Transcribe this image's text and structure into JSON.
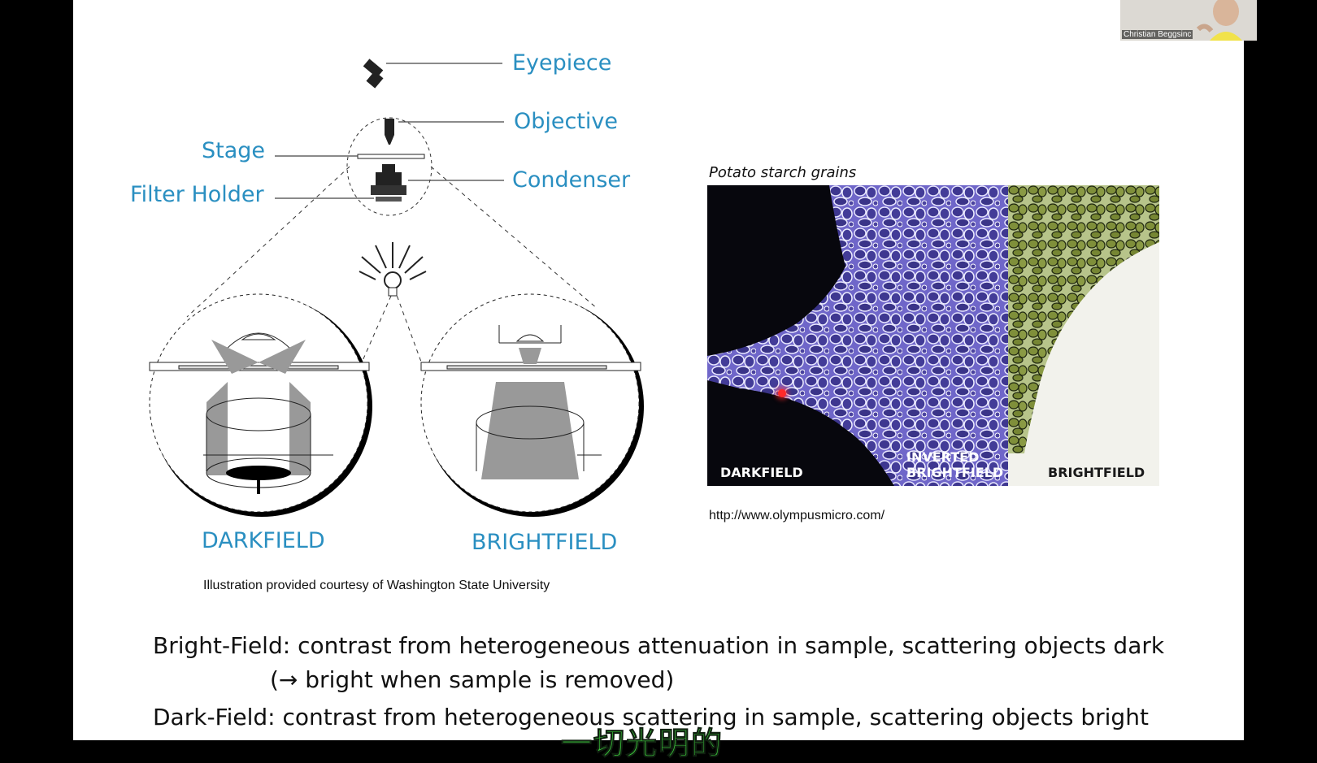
{
  "diagram": {
    "labels": {
      "eyepiece": "Eyepiece",
      "objective": "Objective",
      "stage": "Stage",
      "condenser": "Condenser",
      "filter_holder": "Filter Holder",
      "darkfield": "DARKFIELD",
      "brightfield": "BRIGHTFIELD"
    },
    "credit": "Illustration provided courtesy of Washington State University",
    "label_color": "#2a8fc1"
  },
  "micrograph": {
    "title": "Potato starch grains",
    "panels": [
      "DARKFIELD",
      "INVERTED\nBRIGHTFIELD",
      "BRIGHTFIELD"
    ],
    "source_url": "http://www.olympusmicro.com/"
  },
  "body_text": {
    "line1": "Bright-Field: contrast from heterogeneous attenuation in sample, scattering objects dark",
    "line2": "(→ bright when sample is removed)",
    "line3": "Dark-Field: contrast from heterogeneous scattering in sample, scattering objects bright"
  },
  "webcam": {
    "participant_name": "Christian Beggsinc"
  },
  "overlay": {
    "subtitle_text": "一切光明的"
  },
  "colors": {
    "darkfield_bg": "#0a0a12",
    "grain_purple": "#5a52b8",
    "brightfield_bg": "#f2f2ec",
    "grain_green": "#8a9a4a"
  }
}
